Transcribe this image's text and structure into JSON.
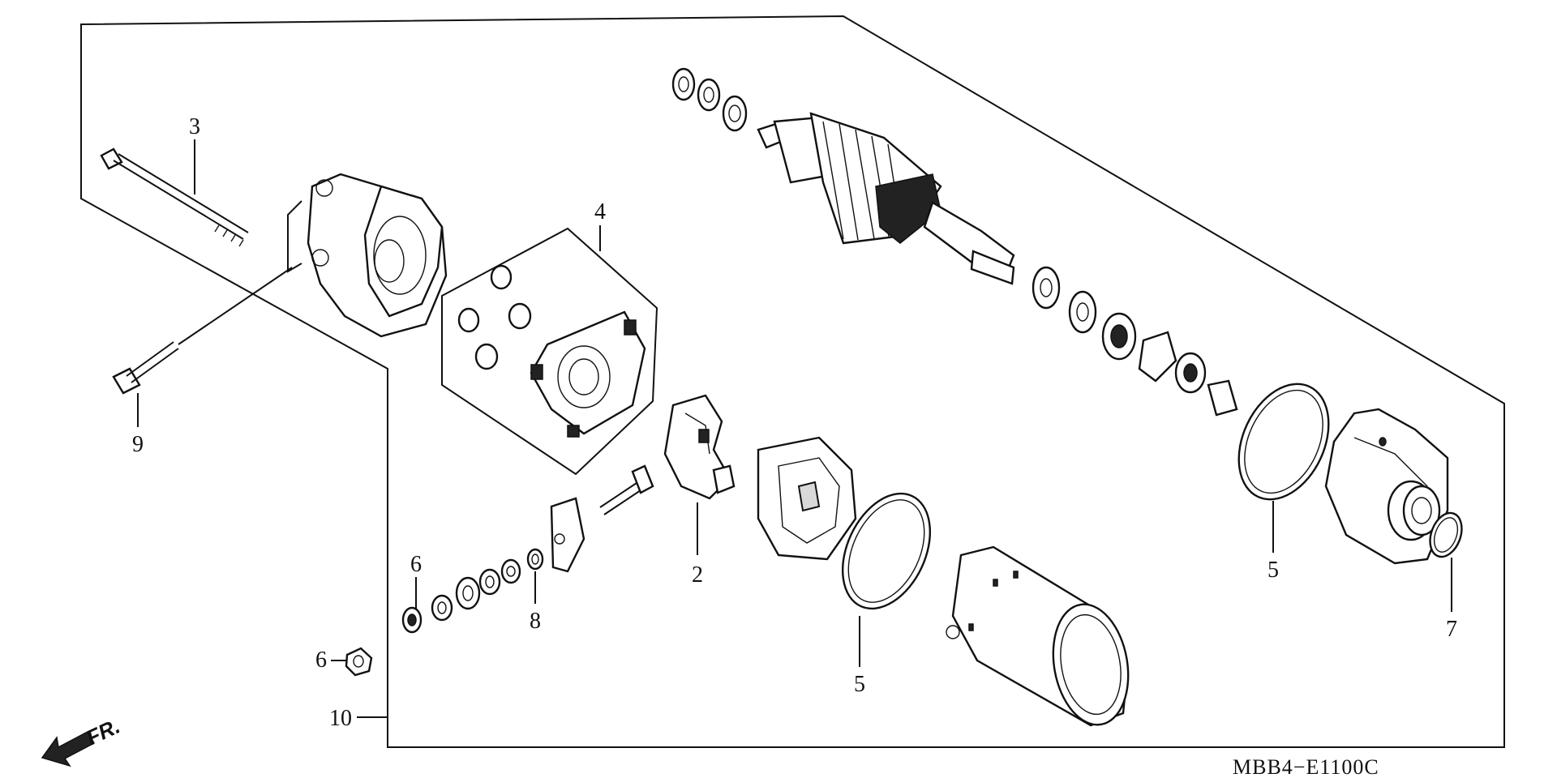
{
  "diagram": {
    "part_code": "MBB4−E1100C",
    "direction_label": "FR.",
    "callouts": {
      "c2": "2",
      "c3": "3",
      "c4": "4",
      "c5a": "5",
      "c5b": "5",
      "c6a": "6",
      "c6b": "6",
      "c7": "7",
      "c8": "8",
      "c9": "9",
      "c10": "10"
    }
  }
}
